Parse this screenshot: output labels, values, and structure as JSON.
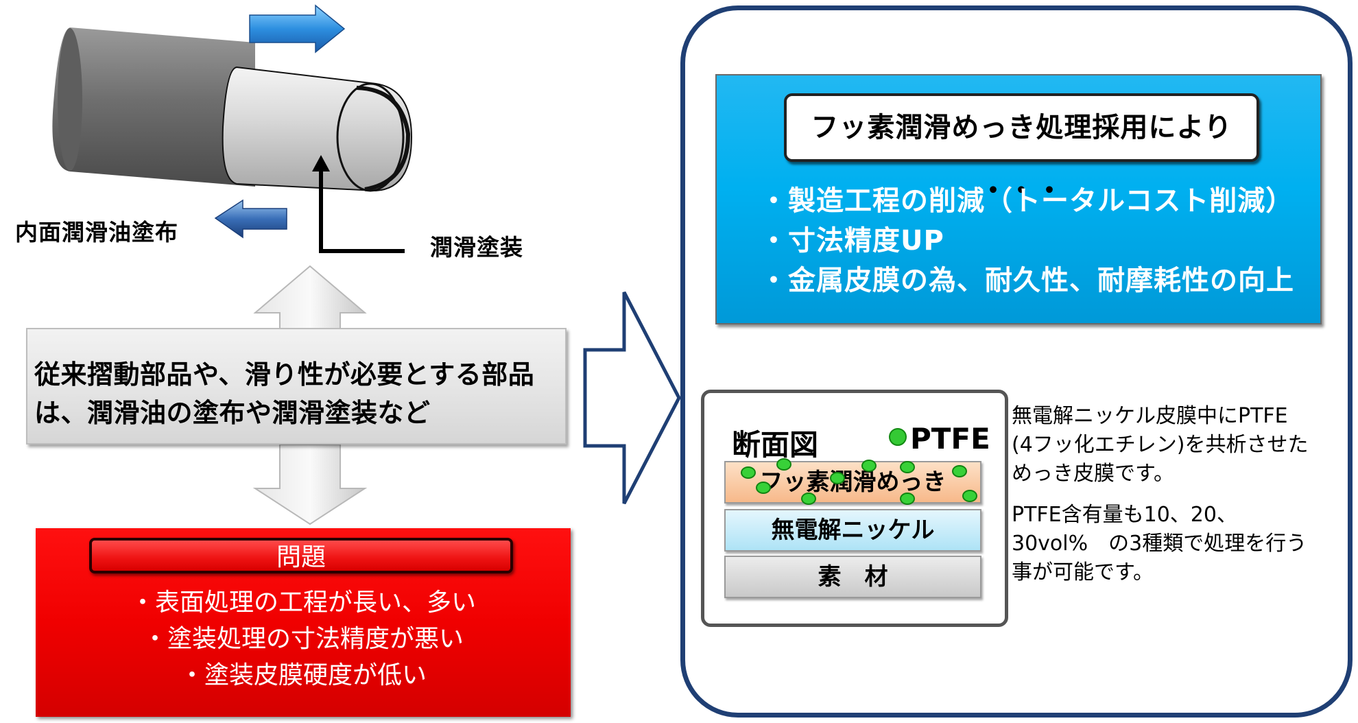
{
  "illustration": {
    "inner_label": "内面潤滑油塗布",
    "coating_label": "潤滑塗装"
  },
  "conventional": {
    "lines": [
      "従来摺動部品や、滑り性が必要とする部品",
      "は、潤滑油の塗布や潤滑塗装など"
    ]
  },
  "problem": {
    "title": "問題",
    "items": [
      "・表面処理の工程が長い、多い",
      "・塗装処理の寸法精度が悪い",
      "・塗装皮膜硬度が低い"
    ]
  },
  "benefits": {
    "title": "フッ素潤滑めっき処理採用により ・・・",
    "items": [
      "・製造工程の削減（トータルコスト削減）",
      "・寸法精度UP",
      "・金属皮膜の為、耐久性、耐摩耗性の向上"
    ]
  },
  "cross_section": {
    "title": "断面図",
    "legend": "PTFE",
    "layers": {
      "fluoro": "フッ素潤滑めっき",
      "nickel": "無電解ニッケル",
      "base": "素　材"
    }
  },
  "description": {
    "para1": [
      "無電解ニッケル皮膜中にPTFE",
      "(4フッ化エチレン)を共析させた",
      "めっき皮膜です。"
    ],
    "para2": [
      "PTFE含有量も10、20、",
      "30vol%　の3種類で処理を行う",
      "事が可能です。"
    ]
  },
  "colors": {
    "panel_border": "#1f3f74",
    "benefit_box": "#00b0f0",
    "problem_box": "#f00000",
    "ptfe_particle": "#38d138"
  }
}
